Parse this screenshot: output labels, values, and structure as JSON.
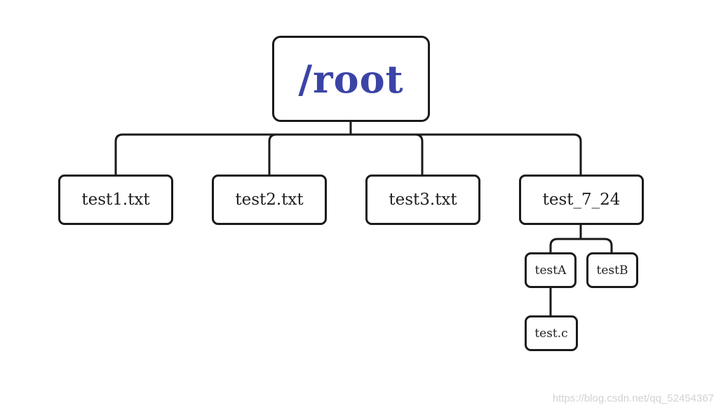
{
  "diagram": {
    "root": {
      "label": "/root",
      "color": "#3b44a6"
    },
    "level1": [
      {
        "label": "test1.txt"
      },
      {
        "label": "test2.txt"
      },
      {
        "label": "test3.txt"
      },
      {
        "label": "test_7_24"
      }
    ],
    "level2": [
      {
        "label": "testA"
      },
      {
        "label": "testB"
      }
    ],
    "level3": [
      {
        "label": "test.c"
      }
    ],
    "edges": [
      [
        "/root",
        "test1.txt"
      ],
      [
        "/root",
        "test2.txt"
      ],
      [
        "/root",
        "test3.txt"
      ],
      [
        "/root",
        "test_7_24"
      ],
      [
        "test_7_24",
        "testA"
      ],
      [
        "test_7_24",
        "testB"
      ],
      [
        "testA",
        "test.c"
      ]
    ]
  },
  "watermark": "https://blog.csdn.net/qq_52454367"
}
